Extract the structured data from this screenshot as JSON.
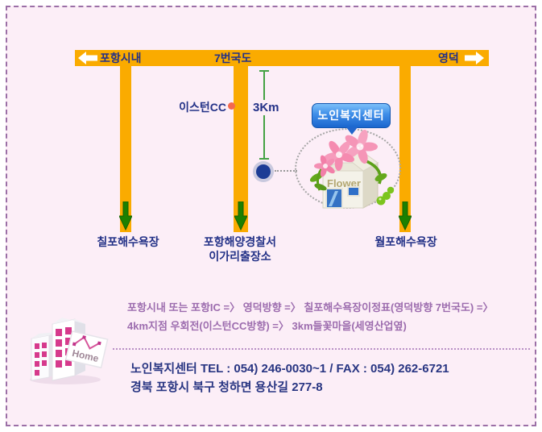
{
  "map": {
    "road_labels": {
      "left_destination": "포항시내",
      "highway": "7번국도",
      "right_destination": "영덕"
    },
    "markers": {
      "golf_club": "이스턴CC",
      "distance": "3Km",
      "center_bubble": "노인복지센터",
      "flower_sign": "Flower"
    },
    "bottom_labels": {
      "left_beach": "칠포해수욕장",
      "police_line1": "포항해양경찰서",
      "police_line2": "이가리출장소",
      "right_beach": "월포해수욕장"
    }
  },
  "info": {
    "home_card_label": "Home",
    "directions_line1": "포항시내 또는 포항IC =〉 영덕방향 =〉 칠포해수욕장이정표(영덕방향 7번국도) =〉",
    "directions_line2": "4km지점 우회전(이스턴CC방향) =〉 3km들꽃마을(세영산업옆)",
    "contact_phone": "노인복지센터 TEL : 054) 246-0030~1 / FAX : 054) 262-6721",
    "contact_address": "경북 포항시 북구 청하면 용산길 277-8"
  },
  "colors": {
    "background": "#fceef7",
    "border": "#9b6fa6",
    "road": "#faab00",
    "navy_text": "#233187",
    "green_arrow": "#1c8000",
    "measure_green": "#44a244",
    "purple_text": "#9c6cae",
    "bubble_blue": "#1b66ce",
    "window_magenta": "#d63a8c",
    "golf_dot": "#f4694f"
  }
}
